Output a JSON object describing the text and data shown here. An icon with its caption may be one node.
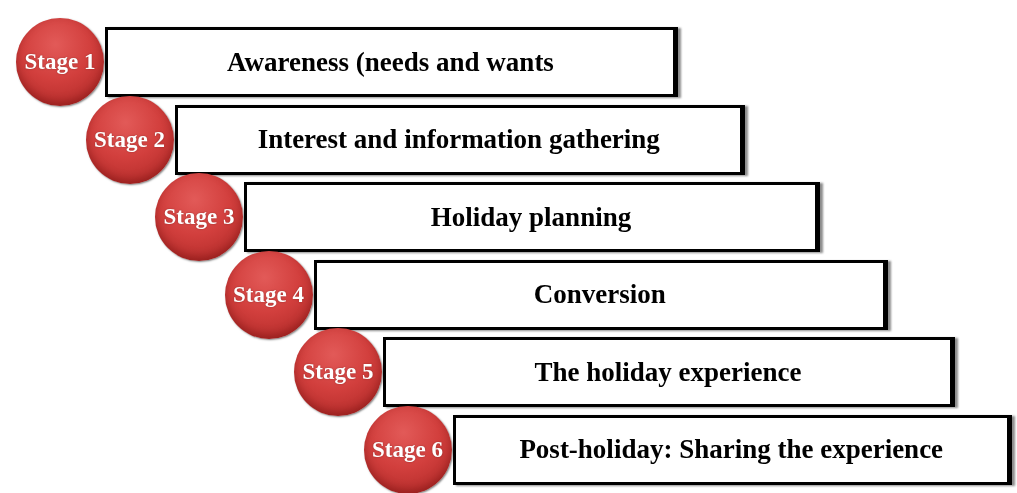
{
  "diagram": {
    "nodes": [
      {
        "text": [
          "Stage 1"
        ]
      },
      {
        "text": [
          "Awareness (needs and wants"
        ]
      },
      {
        "text": [
          "Stage 2"
        ]
      },
      {
        "text": [
          "Interest and information gathering"
        ]
      },
      {
        "text": [
          "Stage 3"
        ]
      },
      {
        "text": [
          "Holiday planning"
        ]
      },
      {
        "text": [
          "Stage 4"
        ]
      },
      {
        "text": [
          "Conversion"
        ]
      },
      {
        "text": [
          "Stage 5"
        ]
      },
      {
        "text": [
          "The holiday experience"
        ]
      },
      {
        "text": [
          "Stage 6"
        ]
      },
      {
        "text": [
          "Post-holiday: Sharing the experience"
        ]
      }
    ]
  }
}
